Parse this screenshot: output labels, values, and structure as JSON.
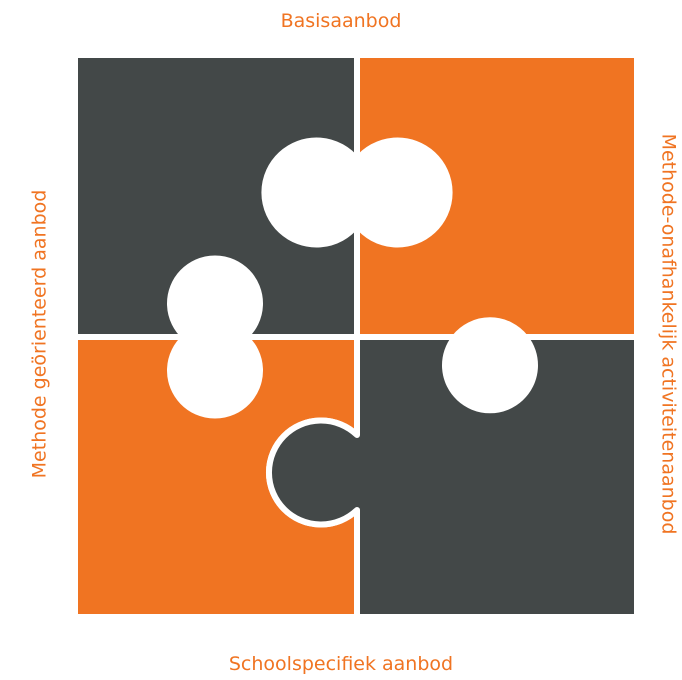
{
  "labels": {
    "top": "Basisaanbod",
    "bottom": "Schoolspecifiek aanbod",
    "left": "Methode geörienteerd aanbod",
    "right": "Methode-onafhankelijk activiteitenaanbod"
  },
  "colors": {
    "dark": "#434848",
    "orange": "#f07422",
    "divider": "#ffffff"
  }
}
